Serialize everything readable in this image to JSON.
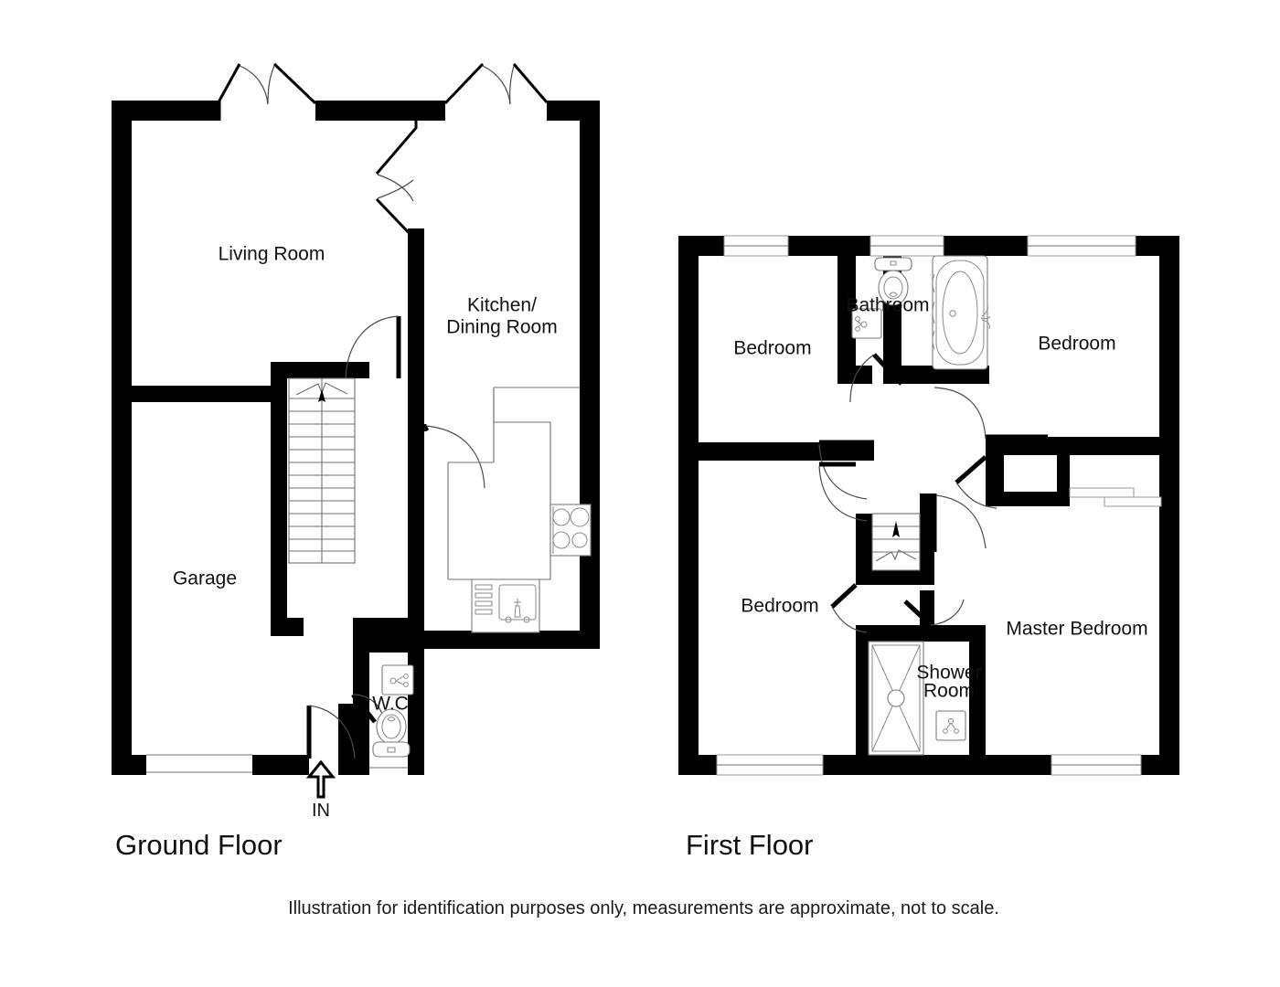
{
  "document": {
    "type": "floor-plan-illustration",
    "background_color": "#ffffff",
    "wall_color": "#000000",
    "fixture_line_color": "#7a7a7a",
    "disclaimer": "Illustration for identification purposes only, measurements are approximate, not to scale."
  },
  "floors": [
    {
      "id": "ground",
      "title": "Ground Floor",
      "rooms": [
        {
          "key": "living_room",
          "label": "Living Room"
        },
        {
          "key": "kitchen_dining",
          "label_line1": "Kitchen/",
          "label_line2": "Dining Room"
        },
        {
          "key": "garage",
          "label": "Garage"
        },
        {
          "key": "wc",
          "label": "W.C"
        }
      ],
      "entrance": {
        "label": "IN",
        "marker": "up-arrow"
      },
      "fixtures": [
        {
          "name": "staircase-up",
          "treads": 14,
          "direction": "up"
        },
        {
          "name": "kitchen-worktop"
        },
        {
          "name": "hob",
          "burners": 4
        },
        {
          "name": "sink-with-drainer"
        },
        {
          "name": "wc-toilet"
        },
        {
          "name": "wc-basin"
        }
      ]
    },
    {
      "id": "first",
      "title": "First Floor",
      "rooms": [
        {
          "key": "bedroom_front_left",
          "label": "Bedroom"
        },
        {
          "key": "bathroom",
          "label": "Bathroom"
        },
        {
          "key": "bedroom_front_right",
          "label": "Bedroom"
        },
        {
          "key": "bedroom_rear_left",
          "label": "Bedroom"
        },
        {
          "key": "master_bedroom",
          "label": "Master Bedroom"
        },
        {
          "key": "shower_room",
          "label_line1": "Shower",
          "label_line2": "Room"
        }
      ],
      "fixtures": [
        {
          "name": "staircase-down",
          "treads": 4,
          "direction": "down"
        },
        {
          "name": "bathroom-toilet"
        },
        {
          "name": "bathroom-basin"
        },
        {
          "name": "bathtub"
        },
        {
          "name": "shower-tray"
        },
        {
          "name": "shower-basin"
        },
        {
          "name": "airing-cupboard"
        }
      ]
    }
  ],
  "labels": {
    "ground_floor_title": "Ground Floor",
    "first_floor_title": "First Floor",
    "in": "IN",
    "living_room": "Living Room",
    "kitchen_line1": "Kitchen/",
    "kitchen_line2": "Dining Room",
    "garage": "Garage",
    "wc": "W.C",
    "bedroom_a": "Bedroom",
    "bedroom_b": "Bedroom",
    "bedroom_c": "Bedroom",
    "master_bedroom": "Master Bedroom",
    "bathroom": "Bathroom",
    "shower_line1": "Shower",
    "shower_line2": "Room",
    "disclaimer": "Illustration for identification purposes only, measurements are approximate, not to scale."
  }
}
